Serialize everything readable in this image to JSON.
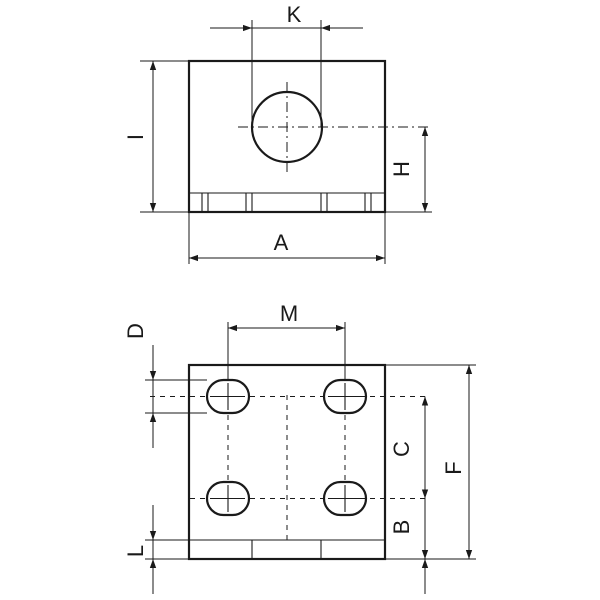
{
  "dimensions": {
    "K": "K",
    "I": "I",
    "H": "H",
    "A": "A",
    "M": "M",
    "D": "D",
    "C": "C",
    "F": "F",
    "B": "B",
    "L": "L"
  }
}
